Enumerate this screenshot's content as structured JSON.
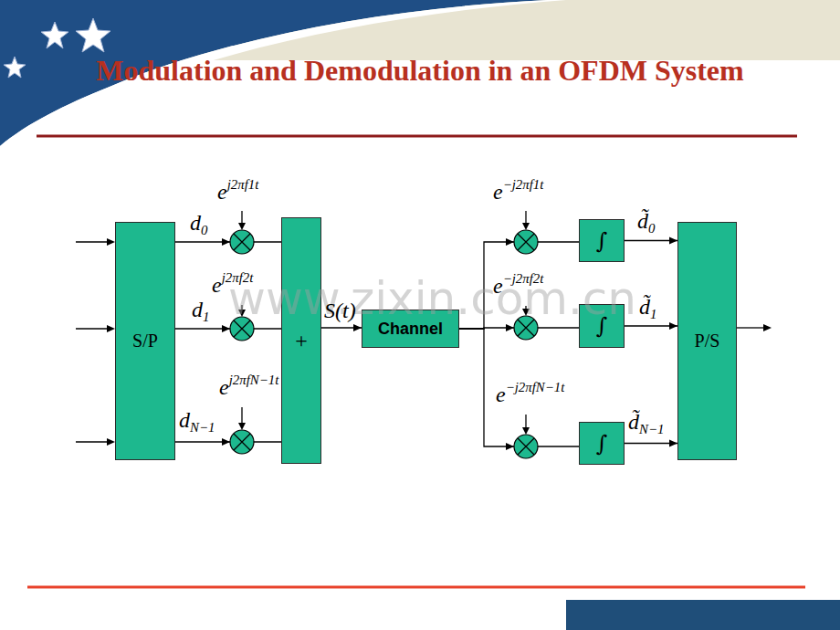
{
  "diagram": {
    "title": "Modulation and Demodulation in an OFDM System",
    "nodes": [
      {
        "text": [
          "S/P"
        ]
      },
      {
        "text": [
          "+"
        ]
      },
      {
        "text": [
          "Channel"
        ]
      },
      {
        "text": [
          "∫"
        ]
      },
      {
        "text": [
          "∫"
        ]
      },
      {
        "text": [
          "∫"
        ]
      },
      {
        "text": [
          "P/S"
        ]
      }
    ],
    "edges": [
      {
        "from": 0,
        "to": 1,
        "arrow": "to",
        "label": "d0"
      },
      {
        "from": 0,
        "to": 1,
        "arrow": "to",
        "label": "d1"
      },
      {
        "from": 0,
        "to": 1,
        "arrow": "to",
        "label": "dN−1"
      },
      {
        "from": 1,
        "to": 2,
        "arrow": "to",
        "label": "S(t)"
      },
      {
        "from": 2,
        "to": 3,
        "arrow": "to"
      },
      {
        "from": 2,
        "to": 4,
        "arrow": "to"
      },
      {
        "from": 2,
        "to": 5,
        "arrow": "to"
      },
      {
        "from": 3,
        "to": 6,
        "arrow": "to",
        "label": "d̃0"
      },
      {
        "from": 4,
        "to": 6,
        "arrow": "to",
        "label": "d̃1"
      },
      {
        "from": 5,
        "to": 6,
        "arrow": "to",
        "label": "d̃N−1"
      }
    ],
    "labels": [
      "ej2πf1t",
      "ej2πf2t",
      "ej2πfN−1t",
      "e−j2πf1t",
      "e−j2πf2t",
      "e−j2πfN−1t",
      "www.zixin.com.cn"
    ]
  }
}
